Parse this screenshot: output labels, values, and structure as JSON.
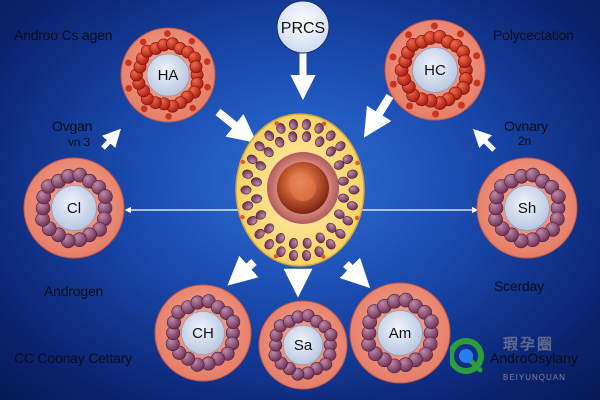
{
  "top_badge": "PRCS",
  "center_cell": "",
  "cells": {
    "top_left": "HA",
    "top_right": "HC",
    "mid_left": "Cl",
    "mid_right": "Sh",
    "bottom_left": "CH",
    "bottom_center": "Sa",
    "bottom_right": "Am"
  },
  "labels": {
    "top_left": "Androo Cs agen",
    "top_right": "Polycectation",
    "left_upper_1": "Ovgan",
    "left_upper_2": "vn 3",
    "right_upper_1": "Ovnary",
    "right_upper_2": "2n",
    "left_lower": "Androgen",
    "right_lower": "Scerday",
    "bottom_left": "CC Coonay Cettary",
    "bottom_right": "AndroOsylany"
  },
  "watermark": {
    "cjk": "瑕孕圈",
    "sub": "BEIYUNQUAN"
  },
  "colors": {
    "cell_outer": "#f08d78",
    "cell_inner": "#cfd8ea",
    "granule": "#8a4a74",
    "hormone_cell": "#d8412f",
    "center_bg": "#ffe48a",
    "background": "#1846a8"
  }
}
